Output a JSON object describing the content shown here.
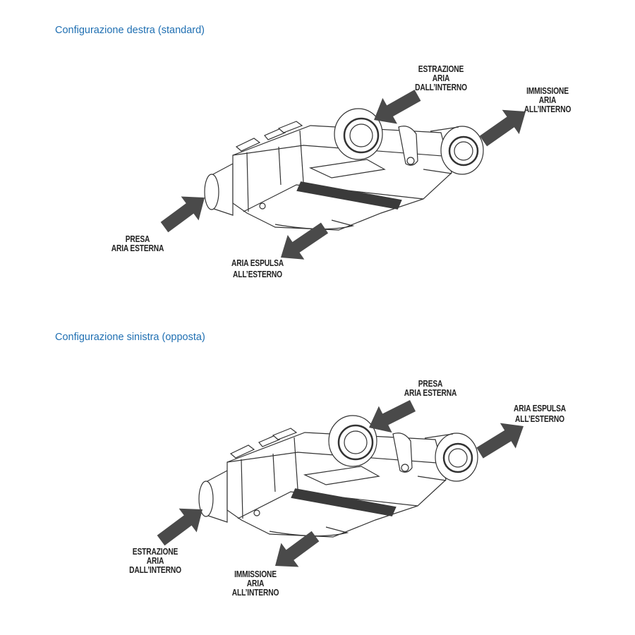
{
  "sections": [
    {
      "title": "Configurazione destra (standard)",
      "labels": {
        "top_center": [
          "ESTRAZIONE",
          "ARIA",
          "DALL’INTERNO"
        ],
        "top_right": [
          "IMMISSIONE",
          "ARIA",
          "ALL’INTERNO"
        ],
        "bottom_left": [
          "PRESA",
          "ARIA ESTERNA"
        ],
        "bottom_center": [
          "ARIA ESPULSA",
          "ALL’ESTERNO"
        ]
      }
    },
    {
      "title": "Configurazione sinistra (opposta)",
      "labels": {
        "top_center": [
          "PRESA",
          "ARIA ESTERNA"
        ],
        "top_right": [
          "ARIA ESPULSA",
          "ALL’ESTERNO"
        ],
        "bottom_left": [
          "ESTRAZIONE",
          "ARIA",
          "DALL’INTERNO"
        ],
        "bottom_center": [
          "IMMISSIONE",
          "ARIA",
          "ALL’INTERNO"
        ]
      }
    }
  ],
  "colors": {
    "heading": "#1f6fb2",
    "arrow": "#4a4a4a",
    "line": "#333333"
  }
}
